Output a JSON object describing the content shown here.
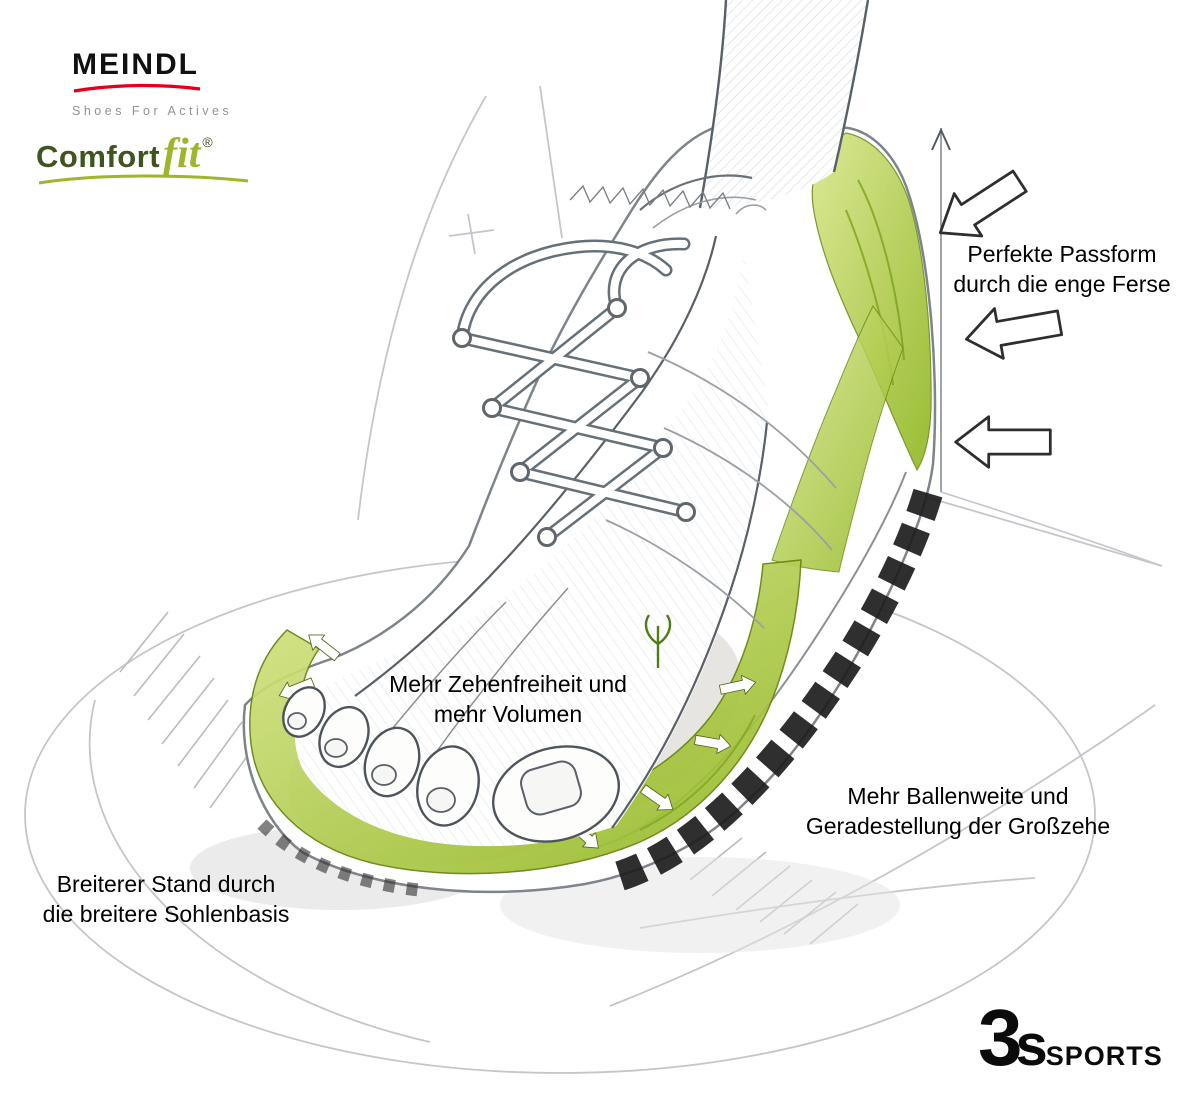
{
  "page": {
    "background_color": "#ffffff"
  },
  "branding": {
    "meindl": {
      "name": "MEINDL",
      "tagline": "Shoes For Actives",
      "accent_color": "#e2001a",
      "text_color": "#111111"
    },
    "comfortfit": {
      "part1": "Comfort",
      "part2": "fit",
      "registered": "®",
      "dark_green": "#3f5520",
      "light_green": "#9cb72c"
    },
    "sports_logo": {
      "number": "3",
      "letter": "s",
      "text": "SPORTS"
    }
  },
  "annotations": [
    {
      "id": "heel-fit",
      "lines": [
        "Perfekte Passform",
        "durch die enge Ferse"
      ]
    },
    {
      "id": "toe-room",
      "lines": [
        "Mehr Zehenfreiheit und",
        "mehr Volumen"
      ]
    },
    {
      "id": "ball-width",
      "lines": [
        "Mehr Ballenweite und",
        "Geradestellung der Großzehe"
      ]
    },
    {
      "id": "stance",
      "lines": [
        "Breiterer Stand durch",
        "die breitere Sohlenbasis"
      ]
    }
  ],
  "illustration": {
    "highlight_color": "#a2c239",
    "pencil_color": "#8b9096"
  }
}
